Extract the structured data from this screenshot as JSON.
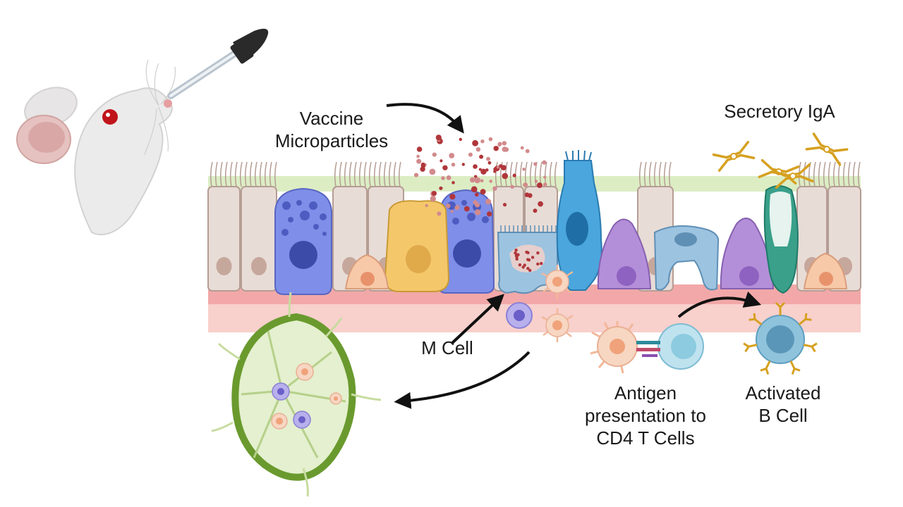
{
  "labels": {
    "vaccine": [
      "Vaccine",
      "Microparticles"
    ],
    "iga": "Secretory IgA",
    "mcell": "M Cell",
    "antigen": [
      "Antigen",
      "presentation to",
      "CD4 T Cells"
    ],
    "bcell": [
      "Activated",
      "B Cell"
    ]
  },
  "colors": {
    "mucus": "#dcedc4",
    "epithelial": "#e8dcd6",
    "epithelial_outline": "#b59d94",
    "basement": "#f2a8a8",
    "lamina": "#f8d0cc",
    "goblet": "#7f8ee8",
    "paneth": "#f4c86a",
    "tuft": "#4aa6dd",
    "enteroendocrine": "#b48fd9",
    "mcell": "#9cc3e0",
    "particle": "#b0363a",
    "iga": "#d6a020",
    "lymph_node": "#6a9a2e",
    "bcell": "#6fa6c6",
    "dendritic": "#f5c4a8"
  },
  "icons": [
    "mouse-icon",
    "dropper-icon",
    "lymph-node-icon",
    "dendritic-cell-icon",
    "t-cell-icon",
    "b-cell-icon",
    "antibody-icon"
  ]
}
